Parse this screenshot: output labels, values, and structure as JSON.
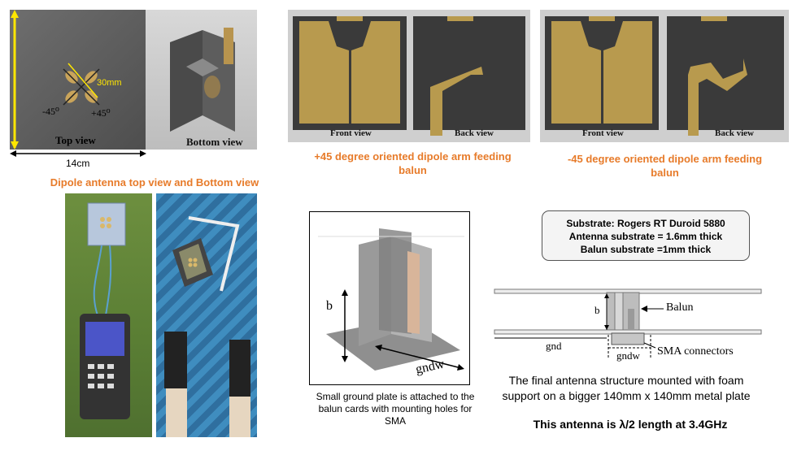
{
  "top_left_photo": {
    "top_view_label": "Top view",
    "bottom_view_label": "Bottom view",
    "dimension_30mm": "30mm",
    "angle_neg45": "-45⁰",
    "angle_pos45": "+45⁰"
  },
  "width_label": "14cm",
  "caption_dipole": "Dipole antenna top view and Bottom view",
  "balun_pos45": {
    "front_label": "Front view",
    "back_label": "Back view",
    "caption": "+45 degree oriented dipole arm feeding balun"
  },
  "balun_neg45": {
    "front_label": "Front view",
    "back_label": "Back view",
    "caption": "-45 degree oriented dipole arm feeding balun"
  },
  "model_3d": {
    "b_label": "b",
    "gndw_label": "gndw",
    "caption": "Small ground plate is attached to the balun cards with mounting holes for SMA"
  },
  "substrate_box": {
    "line1": "Substrate: Rogers RT Duroid 5880",
    "line2": "Antenna substrate = 1.6mm thick",
    "line3": "Balun substrate =1mm thick"
  },
  "side_diagram": {
    "b_label": "b",
    "balun_label": "Balun",
    "gnd_label": "gnd",
    "gndw_label": "gndw",
    "sma_label": "SMA connectors"
  },
  "final_caption": "The final antenna structure mounted with foam support on a bigger 140mm x 140mm metal plate",
  "lambda_caption": "This antenna is λ/2 length at 3.4GHz"
}
